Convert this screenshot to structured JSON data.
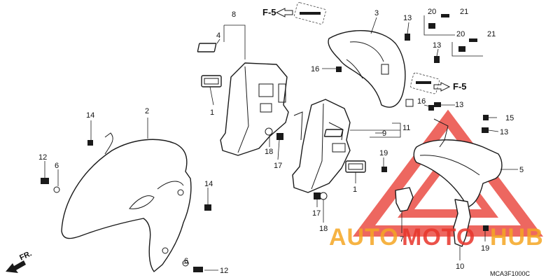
{
  "diagram": {
    "code": "MCA3F1000C",
    "direction_label": "FR.",
    "ref_labels": [
      "F-5",
      "F-5"
    ],
    "callouts": [
      {
        "id": "c1a",
        "text": "1"
      },
      {
        "id": "c1b",
        "text": "1"
      },
      {
        "id": "c2",
        "text": "2"
      },
      {
        "id": "c3",
        "text": "3"
      },
      {
        "id": "c4",
        "text": "4"
      },
      {
        "id": "c5",
        "text": "5"
      },
      {
        "id": "c6a",
        "text": "6"
      },
      {
        "id": "c6b",
        "text": "6"
      },
      {
        "id": "c7",
        "text": "7"
      },
      {
        "id": "c8",
        "text": "8"
      },
      {
        "id": "c9",
        "text": "9"
      },
      {
        "id": "c10",
        "text": "10"
      },
      {
        "id": "c11",
        "text": "11"
      },
      {
        "id": "c12a",
        "text": "12"
      },
      {
        "id": "c12b",
        "text": "12"
      },
      {
        "id": "c13a",
        "text": "13"
      },
      {
        "id": "c13b",
        "text": "13"
      },
      {
        "id": "c13c",
        "text": "13"
      },
      {
        "id": "c13d",
        "text": "13"
      },
      {
        "id": "c14a",
        "text": "14"
      },
      {
        "id": "c14b",
        "text": "14"
      },
      {
        "id": "c15",
        "text": "15"
      },
      {
        "id": "c16a",
        "text": "16"
      },
      {
        "id": "c16b",
        "text": "16"
      },
      {
        "id": "c17a",
        "text": "17"
      },
      {
        "id": "c17b",
        "text": "17"
      },
      {
        "id": "c18a",
        "text": "18"
      },
      {
        "id": "c18b",
        "text": "18"
      },
      {
        "id": "c19a",
        "text": "19"
      },
      {
        "id": "c19b",
        "text": "19"
      },
      {
        "id": "c20a",
        "text": "20"
      },
      {
        "id": "c20b",
        "text": "20"
      },
      {
        "id": "c21a",
        "text": "21"
      },
      {
        "id": "c21b",
        "text": "21"
      }
    ]
  },
  "watermark": {
    "text_auto": "AUTO",
    "text_moto": "MOTO",
    "text_hub": "HUB",
    "color_orange": "#f5a623",
    "color_red": "#e8352b"
  }
}
